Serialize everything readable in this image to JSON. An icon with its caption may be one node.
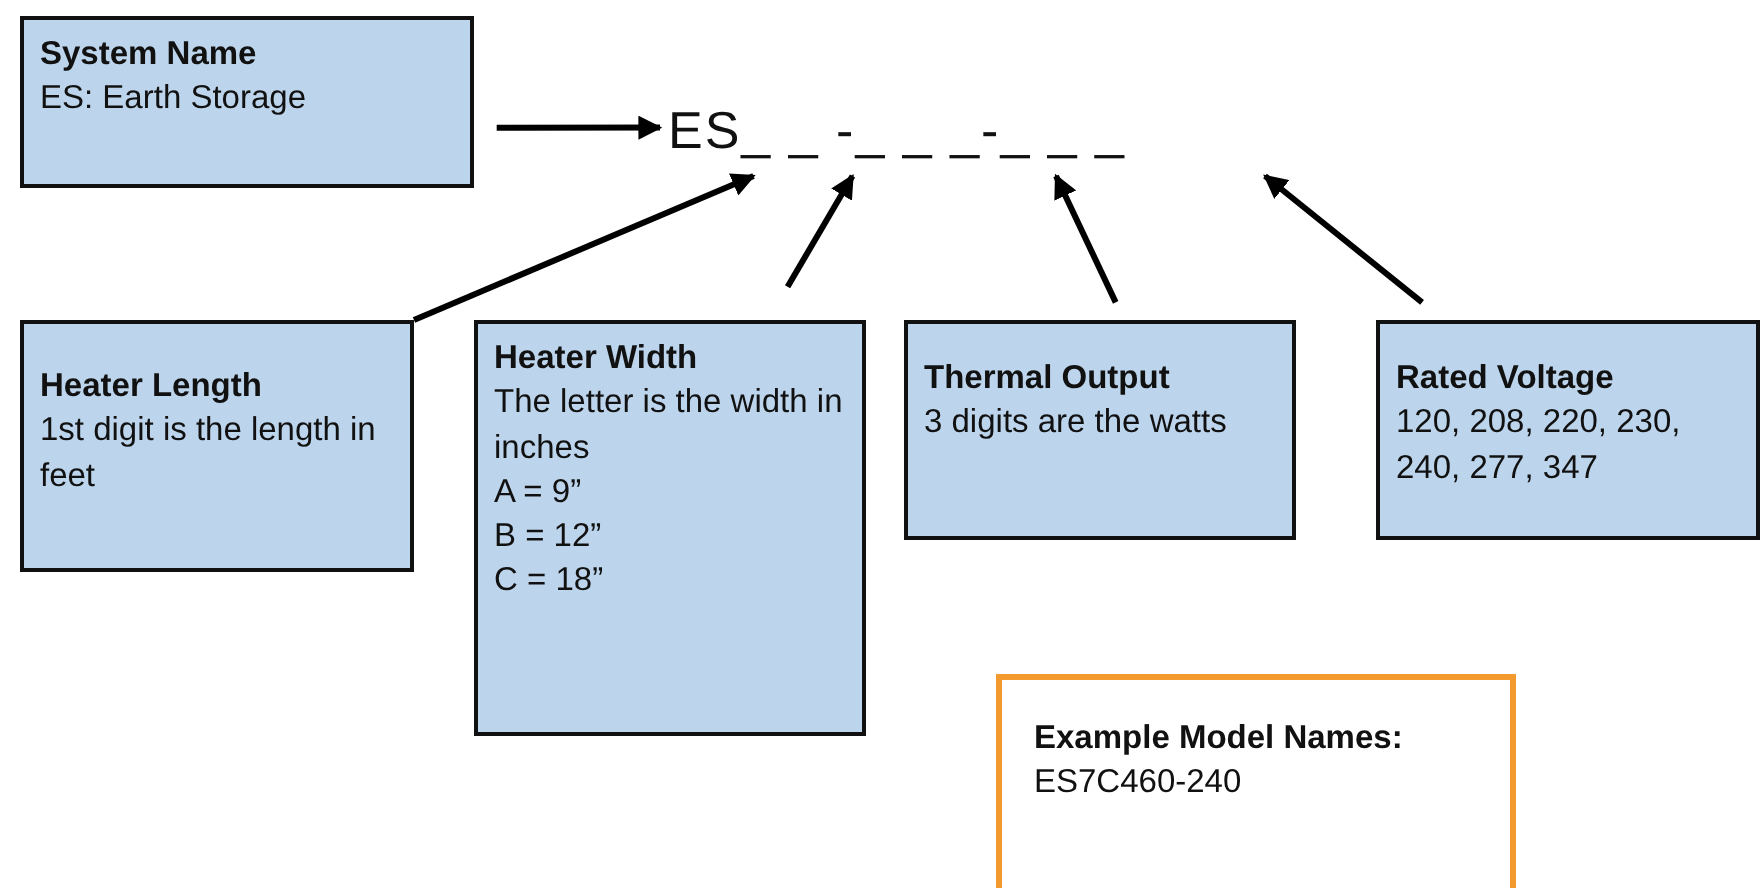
{
  "diagram": {
    "nodes": [
      {
        "text": [
          "System Name",
          "ES: Earth Storage"
        ]
      },
      {
        "text": [
          "ES_ _ -_ _ _-_ _ _"
        ]
      },
      {
        "text": [
          "Heater Length",
          "1st digit is the length in feet"
        ]
      },
      {
        "text": [
          "Heater Width",
          "The letter is the width in inches",
          "A = 9”",
          "B = 12”",
          "C = 18”"
        ]
      },
      {
        "text": [
          "Thermal Output",
          "3 digits are the watts"
        ]
      },
      {
        "text": [
          "Rated Voltage",
          "120, 208, 220, 230, 240, 277, 347"
        ]
      },
      {
        "text": [
          "Example Model Names:",
          "ES7C460-240"
        ]
      }
    ],
    "edges": [
      {
        "from": 0,
        "to": 1,
        "arrow": "to"
      },
      {
        "from": 2,
        "to": 1,
        "arrow": "to"
      },
      {
        "from": 3,
        "to": 1,
        "arrow": "to"
      },
      {
        "from": 4,
        "to": 1,
        "arrow": "to"
      },
      {
        "from": 5,
        "to": 1,
        "arrow": "to"
      }
    ]
  }
}
